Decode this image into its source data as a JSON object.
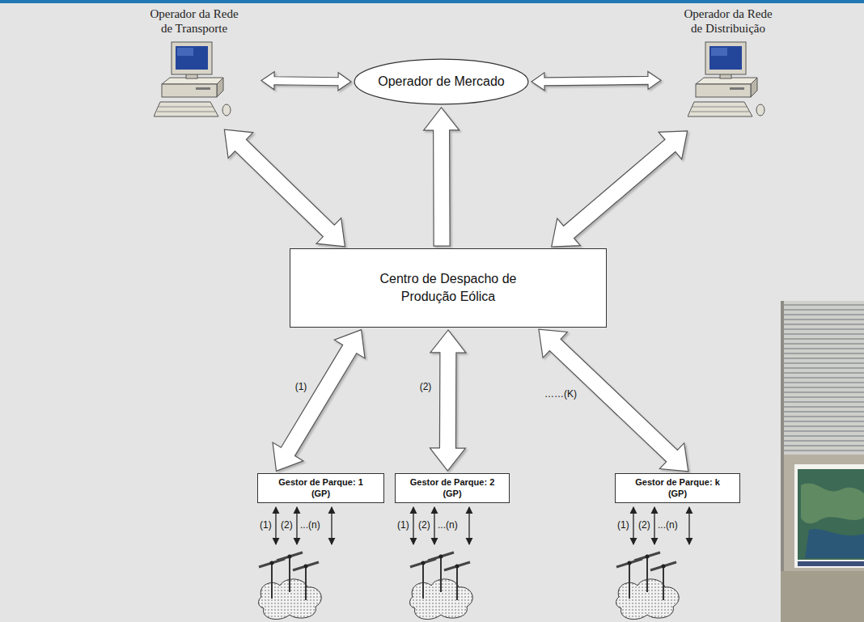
{
  "diagram": {
    "nodes": [
      {
        "text": [
          "Operador da Rede de Transporte"
        ]
      },
      {
        "text": [
          "Operador de Mercado"
        ]
      },
      {
        "text": [
          "Operador da Rede de Distribuição"
        ]
      },
      {
        "text": [
          "Centro de Despacho de Produção Eólica"
        ]
      },
      {
        "text": [
          "Gestor de Parque: 1",
          "(GP)"
        ]
      },
      {
        "text": [
          "Gestor de Parque: 2",
          "(GP)"
        ]
      },
      {
        "text": [
          "Gestor de Parque: k",
          "(GP)"
        ]
      }
    ],
    "edges": [
      {
        "from": 0,
        "to": 1,
        "arrow": "both"
      },
      {
        "from": 1,
        "to": 2,
        "arrow": "both"
      },
      {
        "from": 0,
        "to": 3,
        "arrow": "both"
      },
      {
        "from": 3,
        "to": 1,
        "arrow": "to"
      },
      {
        "from": 2,
        "to": 3,
        "arrow": "both"
      },
      {
        "from": 3,
        "to": 4,
        "arrow": "both",
        "label": "(1)"
      },
      {
        "from": 3,
        "to": 5,
        "arrow": "both",
        "label": "(2)"
      },
      {
        "from": 3,
        "to": 6,
        "arrow": "both",
        "label": "……(K)"
      }
    ],
    "labels": [
      "(1)",
      "(2)",
      "...(n)",
      "(1)",
      "(2)",
      "...(n)",
      "(1)",
      "(2)",
      "...(n)"
    ]
  }
}
